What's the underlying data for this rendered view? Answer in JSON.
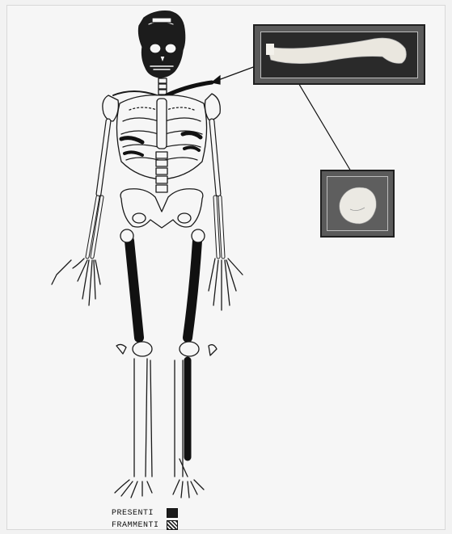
{
  "figure": {
    "legend": {
      "present_label": "PRESENTI",
      "fragment_label": "FRAMMENTI",
      "present_color": "#1c1c1c"
    },
    "photos": [
      {
        "subject": "clavicle-photo"
      },
      {
        "subject": "bone-fragment-photo"
      }
    ]
  }
}
